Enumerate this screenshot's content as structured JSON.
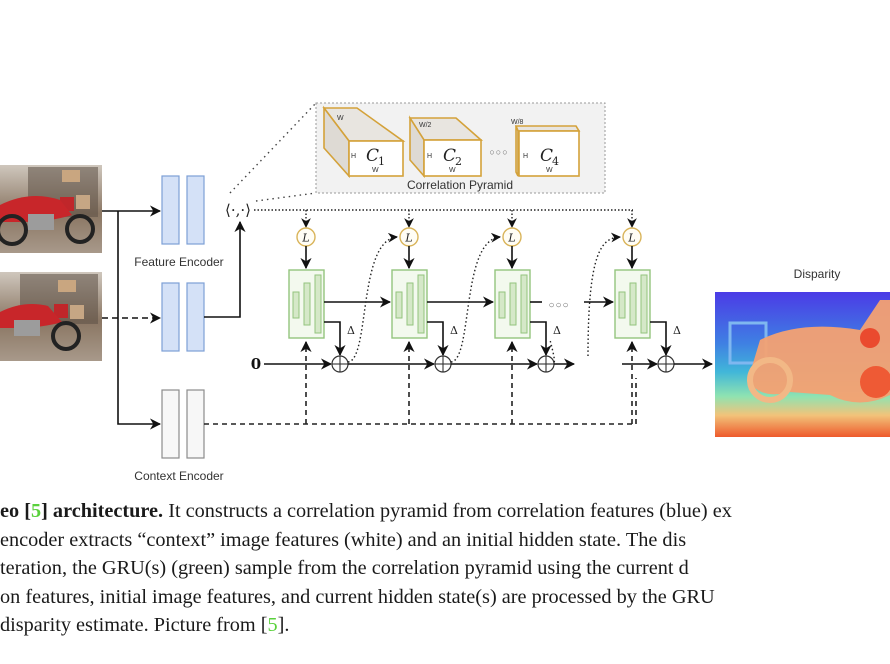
{
  "figure": {
    "correlation_pyramid": {
      "title": "Correlation Pyramid",
      "levels": [
        {
          "label": "C",
          "sub": "1",
          "depth_label": "W",
          "height_label": "H",
          "width_label": "W"
        },
        {
          "label": "C",
          "sub": "2",
          "depth_label": "W/2",
          "height_label": "H",
          "width_label": "W"
        },
        {
          "label": "C",
          "sub": "4",
          "depth_label": "W/8",
          "height_label": "H",
          "width_label": "W"
        }
      ],
      "ellipsis": "○○○"
    },
    "inner_product_label": "⟨·,·⟩",
    "feature_encoder_label": "Feature Encoder",
    "context_encoder_label": "Context Encoder",
    "lookup_label": "L",
    "delta_label": "Δ",
    "initial_state_label": "0",
    "gru_ellipsis": "○○○",
    "output_label": "Disparity",
    "colors": {
      "feature_encoder_fill": "#d4e1f7",
      "feature_encoder_stroke": "#7d9fd6",
      "context_encoder_fill": "#f7f7f7",
      "context_encoder_stroke": "#8c8c8c",
      "gru_fill": "#f3f9ee",
      "gru_stroke": "#93c47d",
      "lookup_stroke": "#d9b45a",
      "pyramid_stroke": "#d4a23a",
      "pyramid_bg": "#f2f2f2",
      "citation": "#5ad13c"
    }
  },
  "caption": {
    "lines": [
      {
        "bold_prefix": "eo [",
        "cite": "5",
        "bold_suffix": "] architecture.",
        "text": " It constructs a correlation pyramid from correlation features (blue) ex"
      },
      {
        "text": " encoder extracts “context” image features (white) and an initial hidden state. The dis"
      },
      {
        "text": "teration, the GRU(s) (green) sample from the correlation pyramid using the current d"
      },
      {
        "text": "on features, initial image features, and current hidden state(s) are processed by the GRU"
      },
      {
        "text_before": "disparity estimate. Picture from [",
        "cite": "5",
        "text_after": "]."
      }
    ]
  }
}
